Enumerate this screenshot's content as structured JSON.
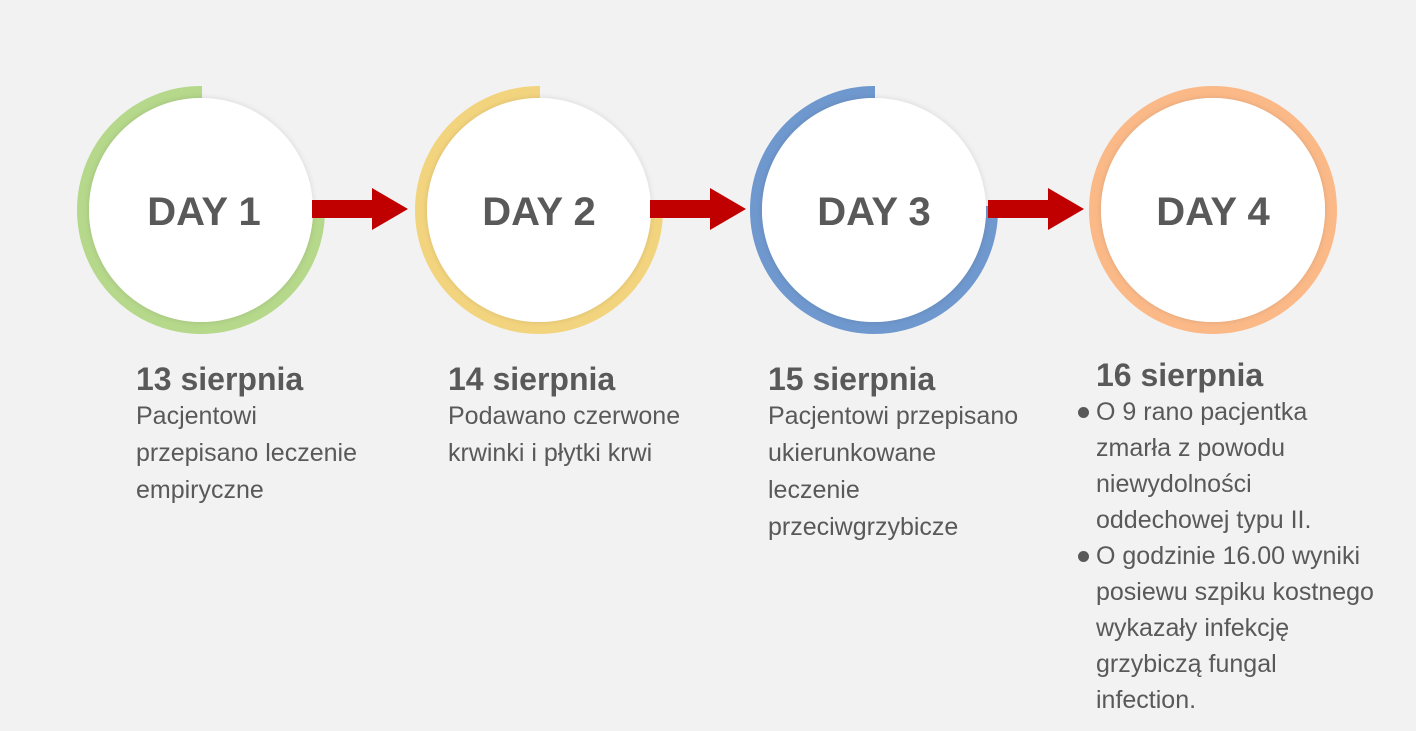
{
  "colors": {
    "background": "#f2f2f2",
    "circle_fill": "#ffffff",
    "text": "#595959",
    "arrow": "#c00000",
    "ring_day1": "#b5d88b",
    "ring_day2": "#f3d47e",
    "ring_day3": "#6f98ce",
    "ring_day4": "#fbb988"
  },
  "steps": [
    {
      "label": "DAY 1",
      "date": "13 sierpnia",
      "description_lines": [
        "Pacjentowi",
        "przepisano leczenie",
        "empiryczne"
      ]
    },
    {
      "label": "DAY 2",
      "date": "14 sierpnia",
      "description_lines": [
        "Podawano czerwone",
        "krwinki i płytki krwi"
      ]
    },
    {
      "label": "DAY 3",
      "date": "15 sierpnia",
      "description_lines": [
        "Pacjentowi przepisano",
        "ukierunkowane",
        "leczenie",
        "przeciwgrzybicze"
      ]
    },
    {
      "label": "DAY 4",
      "date": "16 sierpnia",
      "bullets": [
        {
          "lines": [
            "O 9 rano pacjentka",
            "zmarła z powodu",
            "niewydolności",
            "oddechowej typu II."
          ]
        },
        {
          "lines": [
            "O godzinie 16.00 wyniki",
            "posiewu szpiku kostnego",
            "wykazały infekcję",
            "grzybiczą fungal",
            "infection."
          ]
        }
      ]
    }
  ]
}
